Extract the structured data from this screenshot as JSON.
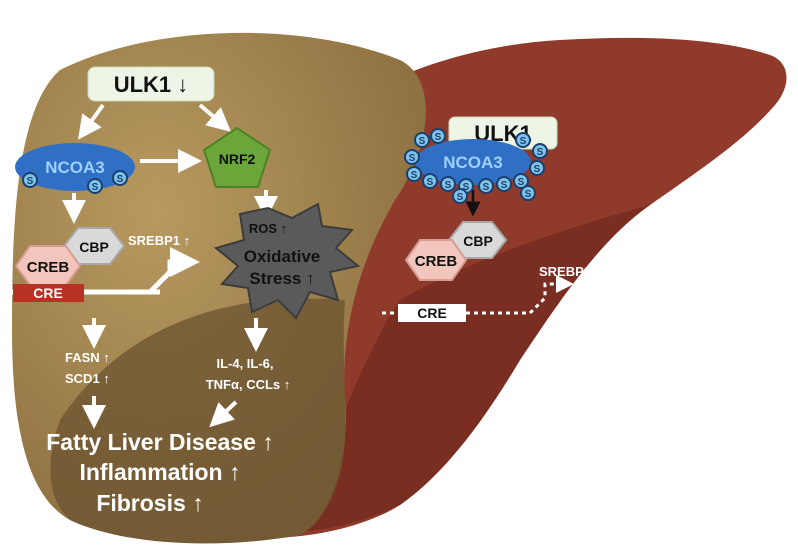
{
  "left": {
    "ulk1_label": "ULK1 ↓",
    "ncoa3_label": "NCOA3",
    "s_mark": "S",
    "nrf2_label": "NRF2",
    "ros_label": "ROS ↑",
    "oxidative_line1": "Oxidative",
    "oxidative_line2": "Stress ↑",
    "cbp_label": "CBP",
    "creb_label": "CREB",
    "cre_label": "CRE",
    "srebp1_label": "SREBP1 ↑",
    "fasn_label": "FASN ↑",
    "scd1_label": "SCD1 ↑",
    "cytokine_line1": "IL-4, IL-6,",
    "cytokine_line2": "TNFα, CCLs ↑",
    "outcome_1": "Fatty Liver Disease ↑",
    "outcome_2": "Inflammation ↑",
    "outcome_3": "Fibrosis ↑"
  },
  "right": {
    "ulk1_label": "ULK1",
    "ncoa3_label": "NCOA3",
    "s_mark": "S",
    "cbp_label": "CBP",
    "creb_label": "CREB",
    "cre_label": "CRE",
    "srebp1_label": "SREBP1"
  },
  "colors": {
    "fatty_liver": "#a4864e",
    "healthy_liver": "#8f3a2a",
    "ncoa3_fill": "#2f6fc4",
    "nrf2_fill": "#6aa63a",
    "creb_fill": "#f3c6bd",
    "cbp_fill": "#d9d9d9",
    "cre_left_fill": "#b83224",
    "stress_fill": "#5a5a5a"
  }
}
